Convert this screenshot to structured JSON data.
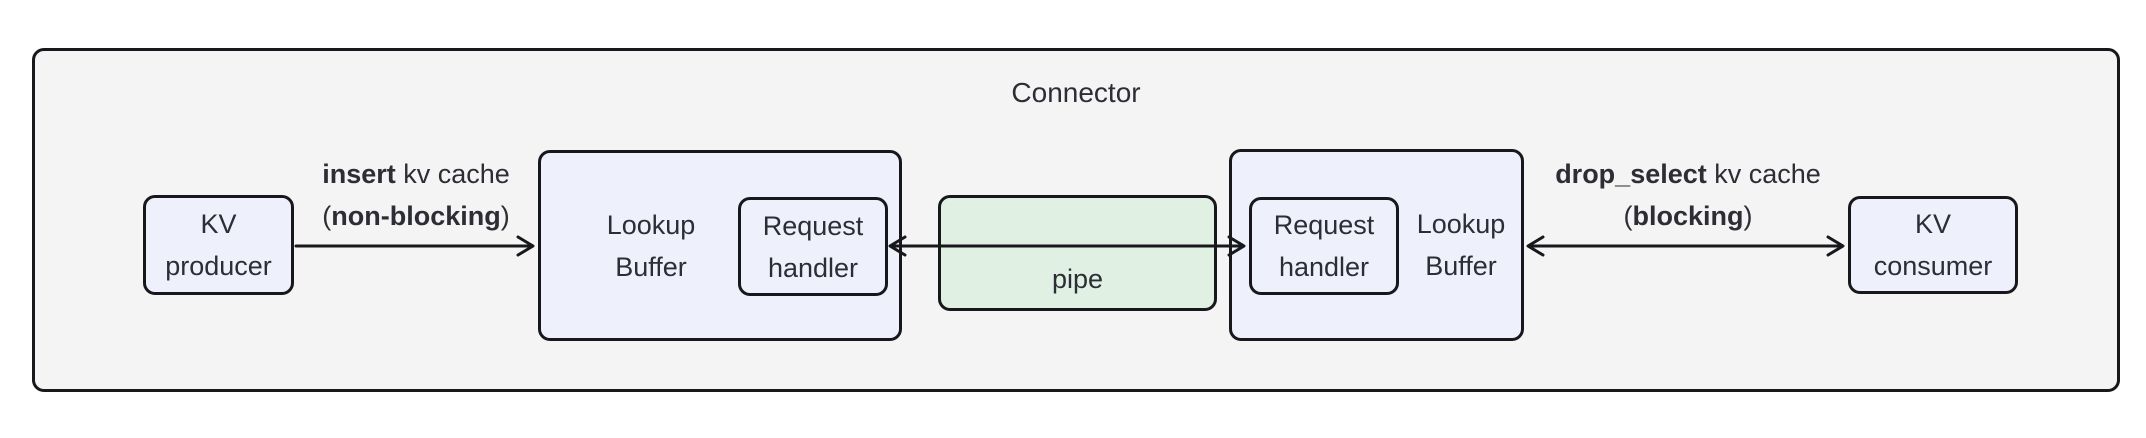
{
  "diagram": {
    "title": "Connector",
    "nodes": {
      "kv_producer": {
        "line1": "KV",
        "line2": "producer"
      },
      "lookup_buffer_left": {
        "line1": "Lookup",
        "line2": "Buffer"
      },
      "request_handler_left": {
        "line1": "Request",
        "line2": "handler"
      },
      "pipe": {
        "label": "pipe"
      },
      "request_handler_right": {
        "line1": "Request",
        "line2": "handler"
      },
      "lookup_buffer_right": {
        "line1": "Lookup",
        "line2": "Buffer"
      },
      "kv_consumer": {
        "line1": "KV",
        "line2": "consumer"
      }
    },
    "edges": {
      "insert": {
        "bold1": "insert",
        "rest1": " kv cache",
        "open": "(",
        "bold2": "non-blocking",
        "close": ")"
      },
      "drop_select": {
        "bold1": "drop_select",
        "rest1": " kv cache",
        "open": "(",
        "bold2": "blocking",
        "close": ")"
      }
    },
    "colors": {
      "canvas_fill": "#f4f4f4",
      "node_fill": "#eef1fb",
      "pipe_fill": "#e0f1e4",
      "stroke": "#17171c",
      "text": "#2d2d35"
    }
  }
}
